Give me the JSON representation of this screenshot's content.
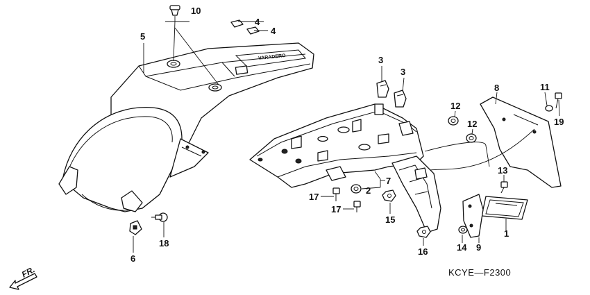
{
  "callouts": {
    "c1": "1",
    "c2": "2",
    "c3a": "3",
    "c3b": "3",
    "c4a": "4",
    "c4b": "4",
    "c5": "5",
    "c6": "6",
    "c7": "7",
    "c8": "8",
    "c9": "9",
    "c10": "10",
    "c11": "11",
    "c12a": "12",
    "c12b": "12",
    "c13": "13",
    "c14": "14",
    "c15": "15",
    "c16": "16",
    "c17a": "17",
    "c17b": "17",
    "c18": "18",
    "c19": "19"
  },
  "diagram_code": "KCYE—F2300",
  "direction_label": "FR.",
  "fender_logo": "VARADERO"
}
